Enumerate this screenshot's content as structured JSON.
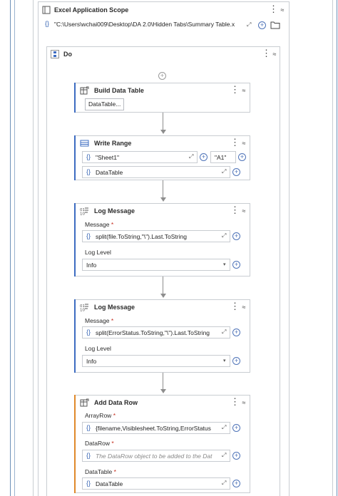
{
  "scope": {
    "title": "Excel Application Scope",
    "path": "\"C:\\Users\\wchai009\\Desktop\\DA 2.0\\Hidden Tabs\\Summary Table.x"
  },
  "do": {
    "title": "Do"
  },
  "activities": {
    "build": {
      "title": "Build Data Table",
      "button": "DataTable..."
    },
    "write": {
      "title": "Write Range",
      "sheet": "\"Sheet1\"",
      "cell": "\"A1\"",
      "table": "DataTable"
    },
    "log1": {
      "title": "Log Message",
      "message_label": "Message",
      "message": "split(file.ToString,\"\\\").Last.ToString",
      "level_label": "Log Level",
      "level": "Info"
    },
    "log2": {
      "title": "Log Message",
      "message_label": "Message",
      "message": "split(ErrorStatus.ToString,\"\\\").Last.ToString",
      "level_label": "Log Level",
      "level": "Info"
    },
    "addrow": {
      "title": "Add Data Row",
      "arrayrow_label": "ArrayRow",
      "arrayrow": "{filename,Visiblesheet.ToString,ErrorStatus",
      "datarow_label": "DataRow",
      "datarow_placeholder": "The DataRow object to be added to the Dat",
      "datatable_label": "DataTable",
      "datatable": "DataTable"
    }
  },
  "symbols": {
    "required": "*",
    "brace": "{}",
    "dots": "⋮",
    "chevron": "≈",
    "plus": "+",
    "expand": "⤢",
    "dropdown": "▾"
  },
  "colors": {
    "accent": "#3d6cc1",
    "addrow_accent": "#e0892b",
    "required": "#c42b1c"
  }
}
